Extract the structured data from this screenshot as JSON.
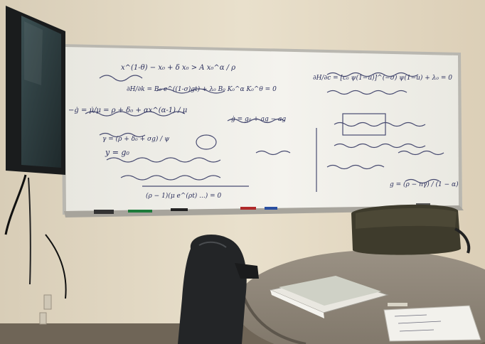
{
  "scene": {
    "whiteboard": {
      "equations_top": [
        "x^(1-θ) − x₀ + δ x₀ > A x₀^α / ρ",
        "∂H/∂k = B₀ e^((1-σ)gt) + λ₀ B₀ K₀^α K₀^θ = 0",
        "−ġ = μ̇/μ = ρ + δ₀ + αx^(α-1) / μ",
        "ġ = g₀ + ag − ag",
        "∂H/∂c = [c₀ ψ(1−u)]^(−σ) ψ(1−u) + λ₀ = 0"
      ],
      "equations_bottom": [
        "y = g₀",
        "γ = (ρ + δ₀ + σg) / ψ",
        "(ρ − 1)(μ e^(ρt) ...) = 0",
        "g = (ρ − nγ) / (1 − α)"
      ]
    },
    "colors": {
      "wall": "#e6dcc8",
      "board": "#f1f0ea",
      "marker": "#2b2f5c",
      "table": "#8e8577",
      "chair": "#26282a",
      "bag": "#3e3b2c"
    },
    "objects": [
      "monitor-screen",
      "whiteboard",
      "marker-tray",
      "office-chair",
      "round-table",
      "notebook-stack",
      "paper-sheet",
      "camera-bag",
      "wall-outlet",
      "power-cable"
    ]
  }
}
